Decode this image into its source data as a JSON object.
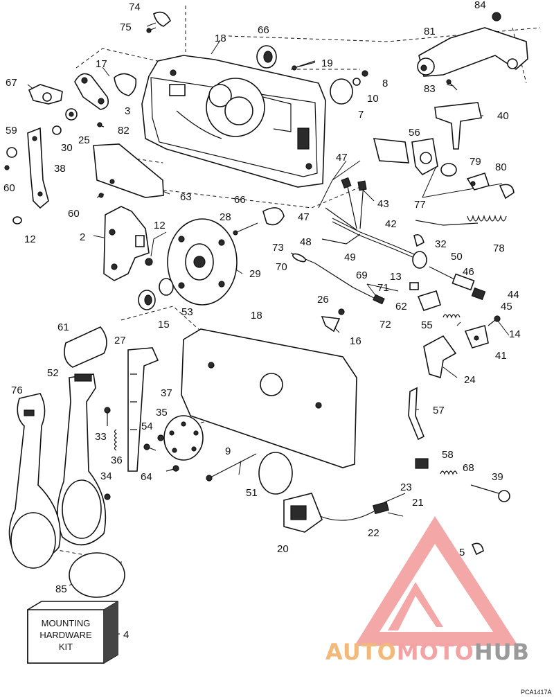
{
  "diagram": {
    "parts": [
      {
        "id": "p74",
        "num": "74"
      },
      {
        "id": "p75",
        "num": "75"
      },
      {
        "id": "p18a",
        "num": "18"
      },
      {
        "id": "p66a",
        "num": "66"
      },
      {
        "id": "p84",
        "num": "84"
      },
      {
        "id": "p81",
        "num": "81"
      },
      {
        "id": "p19",
        "num": "19"
      },
      {
        "id": "p17",
        "num": "17"
      },
      {
        "id": "p67",
        "num": "67"
      },
      {
        "id": "p8",
        "num": "8"
      },
      {
        "id": "p10",
        "num": "10"
      },
      {
        "id": "p83",
        "num": "83"
      },
      {
        "id": "p3",
        "num": "3"
      },
      {
        "id": "p7",
        "num": "7"
      },
      {
        "id": "p40",
        "num": "40"
      },
      {
        "id": "p59",
        "num": "59"
      },
      {
        "id": "p30",
        "num": "30"
      },
      {
        "id": "p25",
        "num": "25"
      },
      {
        "id": "p82",
        "num": "82"
      },
      {
        "id": "p38",
        "num": "38"
      },
      {
        "id": "p56",
        "num": "56"
      },
      {
        "id": "p47a",
        "num": "47"
      },
      {
        "id": "p79",
        "num": "79"
      },
      {
        "id": "p80",
        "num": "80"
      },
      {
        "id": "p60a",
        "num": "60"
      },
      {
        "id": "p63",
        "num": "63"
      },
      {
        "id": "p43",
        "num": "43"
      },
      {
        "id": "p77",
        "num": "77"
      },
      {
        "id": "p60b",
        "num": "60"
      },
      {
        "id": "p66b",
        "num": "66"
      },
      {
        "id": "p28",
        "num": "28"
      },
      {
        "id": "p47b",
        "num": "47"
      },
      {
        "id": "p42",
        "num": "42"
      },
      {
        "id": "p12a",
        "num": "12"
      },
      {
        "id": "p12b",
        "num": "12"
      },
      {
        "id": "p2",
        "num": "2"
      },
      {
        "id": "p32",
        "num": "32"
      },
      {
        "id": "p78",
        "num": "78"
      },
      {
        "id": "p48",
        "num": "48"
      },
      {
        "id": "p73",
        "num": "73"
      },
      {
        "id": "p49",
        "num": "49"
      },
      {
        "id": "p50",
        "num": "50"
      },
      {
        "id": "p70",
        "num": "70"
      },
      {
        "id": "p29",
        "num": "29"
      },
      {
        "id": "p46",
        "num": "46"
      },
      {
        "id": "p69",
        "num": "69"
      },
      {
        "id": "p13",
        "num": "13"
      },
      {
        "id": "p71",
        "num": "71"
      },
      {
        "id": "p44",
        "num": "44"
      },
      {
        "id": "p26",
        "num": "26"
      },
      {
        "id": "p62",
        "num": "62"
      },
      {
        "id": "p45",
        "num": "45"
      },
      {
        "id": "p15",
        "num": "15"
      },
      {
        "id": "p53",
        "num": "53"
      },
      {
        "id": "p18b",
        "num": "18"
      },
      {
        "id": "p72",
        "num": "72"
      },
      {
        "id": "p55",
        "num": "55"
      },
      {
        "id": "p14",
        "num": "14"
      },
      {
        "id": "p61",
        "num": "61"
      },
      {
        "id": "p16",
        "num": "16"
      },
      {
        "id": "p27",
        "num": "27"
      },
      {
        "id": "p41",
        "num": "41"
      },
      {
        "id": "p24",
        "num": "24"
      },
      {
        "id": "p52",
        "num": "52"
      },
      {
        "id": "p76",
        "num": "76"
      },
      {
        "id": "p37",
        "num": "37"
      },
      {
        "id": "p57",
        "num": "57"
      },
      {
        "id": "p35",
        "num": "35"
      },
      {
        "id": "p33",
        "num": "33"
      },
      {
        "id": "p54",
        "num": "54"
      },
      {
        "id": "p9",
        "num": "9"
      },
      {
        "id": "p36",
        "num": "36"
      },
      {
        "id": "p58",
        "num": "58"
      },
      {
        "id": "p68",
        "num": "68"
      },
      {
        "id": "p39",
        "num": "39"
      },
      {
        "id": "p34",
        "num": "34"
      },
      {
        "id": "p64",
        "num": "64"
      },
      {
        "id": "p51",
        "num": "51"
      },
      {
        "id": "p23",
        "num": "23"
      },
      {
        "id": "p21",
        "num": "21"
      },
      {
        "id": "p22",
        "num": "22"
      },
      {
        "id": "p20",
        "num": "20"
      },
      {
        "id": "p5",
        "num": "5"
      },
      {
        "id": "p85",
        "num": "85"
      },
      {
        "id": "p4",
        "num": "4"
      }
    ],
    "kit_label": [
      "MOUNTING",
      "HARDWARE",
      "KIT"
    ],
    "drawing_code": "PCA1417A"
  },
  "watermark": {
    "text_part1": "AUTO",
    "text_part2": "MOTO",
    "text_part3": "HUB",
    "colors": {
      "auto": "#f2b97a",
      "moto": "#f3a3a3",
      "hub": "#9a9a9a",
      "logo": "#f08a8a"
    }
  }
}
